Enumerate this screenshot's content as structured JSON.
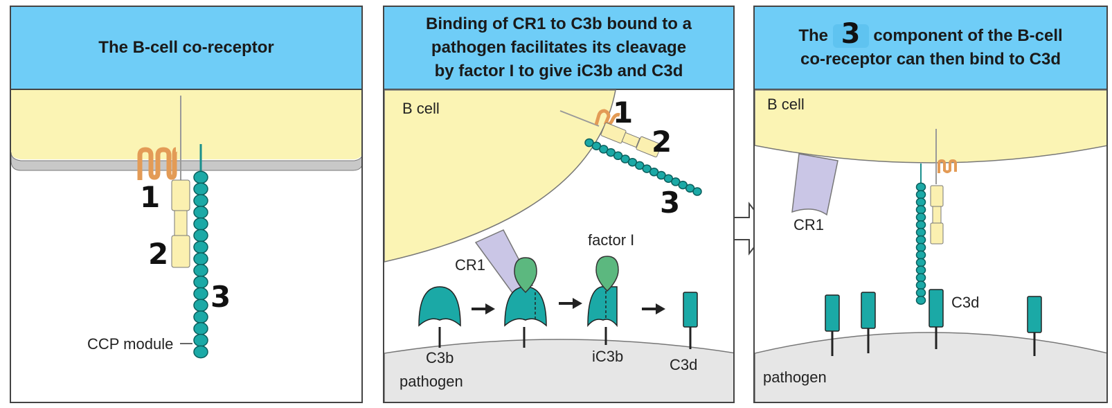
{
  "panels": [
    {
      "title": "The B-cell co-receptor",
      "labels": {
        "ccp_module": "CCP module"
      },
      "handwritten": [
        "1",
        "2",
        "3"
      ]
    },
    {
      "title": "Binding of CR1 to C3b bound to a pathogen facilitates its cleavage by factor I to give iC3b and C3d",
      "labels": {
        "b_cell": "B cell",
        "cr1": "CR1",
        "factor_i": "factor I",
        "c3b": "C3b",
        "ic3b": "iC3b",
        "c3d": "C3d",
        "pathogen": "pathogen"
      },
      "handwritten": [
        "1",
        "2",
        "3"
      ]
    },
    {
      "title_before": "The",
      "title_blank_answer": "3",
      "title_after": "component of the B-cell co-receptor can then bind to C3d",
      "labels": {
        "b_cell": "B cell",
        "cr1": "CR1",
        "c3d": "C3d",
        "pathogen": "pathogen"
      }
    }
  ],
  "colors": {
    "header_blue": "#6fcdf7",
    "cell_yellow": "#fbf4b4",
    "membrane_gray": "#c8c8c8",
    "teal": "#1ba9a6",
    "lavender": "#cac6e6",
    "factor_green": "#5cb87f",
    "orange": "#e39b56",
    "pathogen_gray": "#e6e6e6"
  }
}
